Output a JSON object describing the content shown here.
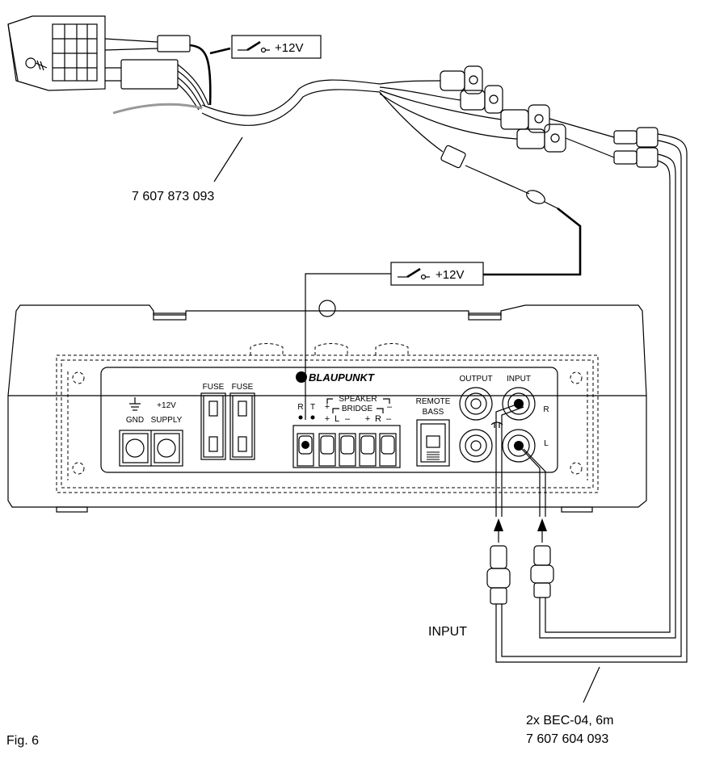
{
  "labels": {
    "switch_top": "+12V",
    "switch_mid": "+12V",
    "harness_part": "7 607 873 093",
    "brand": "BLAUPUNKT",
    "gnd": "GND",
    "supply_top": "+12V",
    "supply_bottom": "SUPPLY",
    "fuse_1": "FUSE",
    "fuse_2": "FUSE",
    "rt_r": "R",
    "rt_t": "T",
    "speaker": "SPEAKER",
    "bridge": "BRIDGE",
    "plus1": "+",
    "minus1": "–",
    "l_label": "L",
    "minus2": "–",
    "plus2": "+",
    "plus3": "+",
    "r_label": "R",
    "minus3": "–",
    "remote": "REMOTE",
    "bass": "BASS",
    "output": "OUTPUT",
    "input_top": "INPUT",
    "ch_r": "R",
    "ch_l": "L",
    "input_bottom": "INPUT",
    "cable_line1": "2x BEC-04, 6m",
    "cable_line2": "7 607 604 093",
    "fig": "Fig. 6"
  }
}
